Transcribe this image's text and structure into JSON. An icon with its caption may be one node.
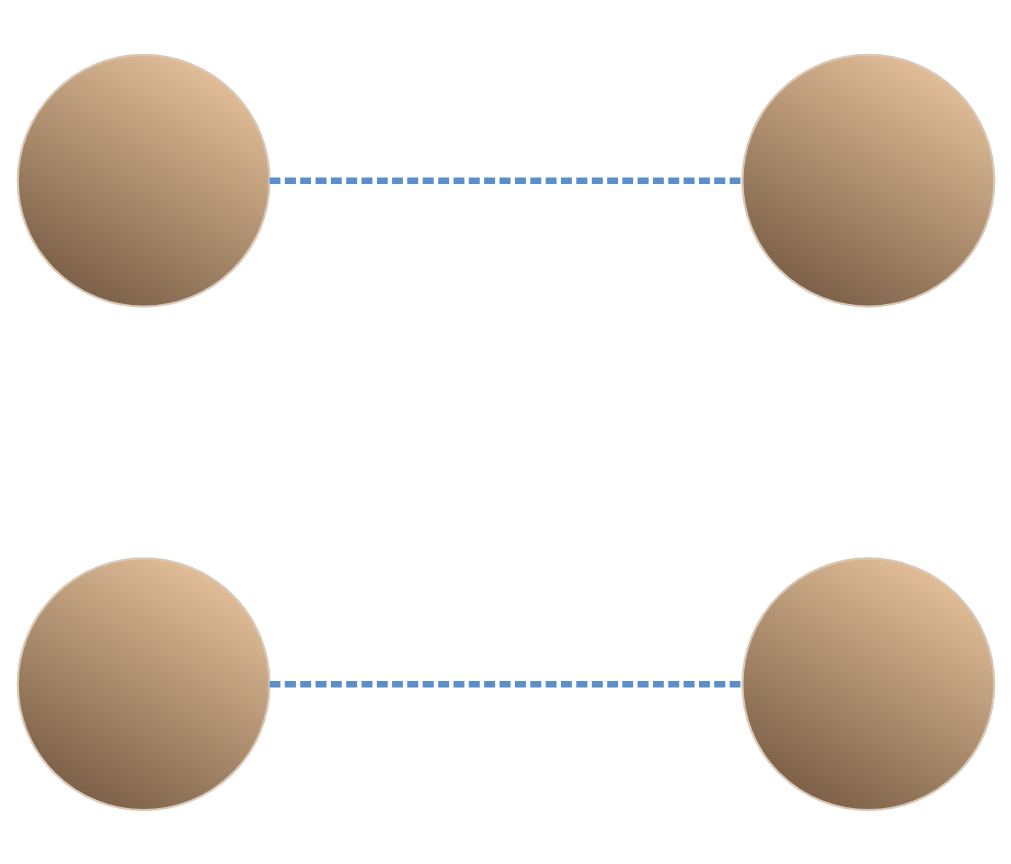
{
  "diagram": {
    "nodes": [
      {
        "text": [],
        "shape": "circle"
      },
      {
        "text": [],
        "shape": "circle"
      },
      {
        "text": [],
        "shape": "circle"
      },
      {
        "text": [],
        "shape": "circle"
      }
    ],
    "edges": [
      {
        "from": 0,
        "to": 1,
        "arrow": "none",
        "style": "dashed"
      },
      {
        "from": 2,
        "to": 3,
        "arrow": "none",
        "style": "dashed"
      }
    ]
  }
}
